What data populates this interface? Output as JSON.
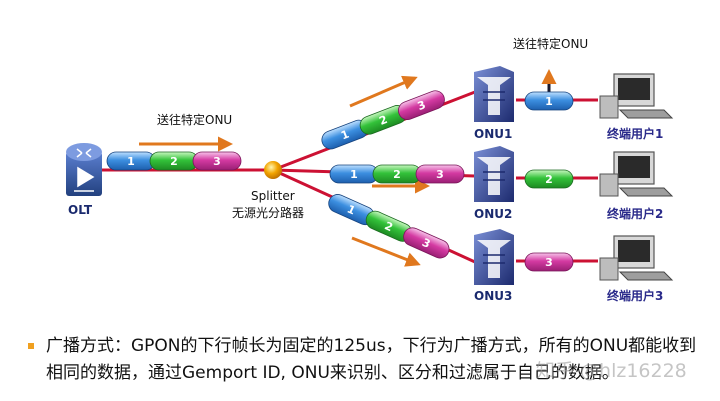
{
  "labels": {
    "olt": "OLT",
    "splitter_name": "Splitter",
    "splitter_sub": "无源光分路器",
    "send_specific_top": "送往特定ONU",
    "send_specific_left": "送往特定ONU",
    "onu1": "ONU1",
    "onu2": "ONU2",
    "onu3": "ONU3",
    "user1": "终端用户1",
    "user2": "终端用户2",
    "user3": "终端用户3"
  },
  "packets": {
    "p1": "1",
    "p2": "2",
    "p3": "3"
  },
  "caption": {
    "text": "广播方式：GPON的下行帧长为固定的125us，下行为广播方式，所有的ONU都能收到相同的数据，通过Gemport ID, ONU来识别、区分和过滤属于自己的数据。"
  },
  "watermark": "知乎 @hlz16228",
  "colors": {
    "fiber": "#cc1133",
    "arrow": "#e0781e",
    "packet1": "#3c8fe0",
    "packet2": "#33c23a",
    "packet3": "#d43aa2",
    "onu_blue": "#2a3f95",
    "olt_blue": "#3b5aa6",
    "splitter": "#f2a400"
  }
}
